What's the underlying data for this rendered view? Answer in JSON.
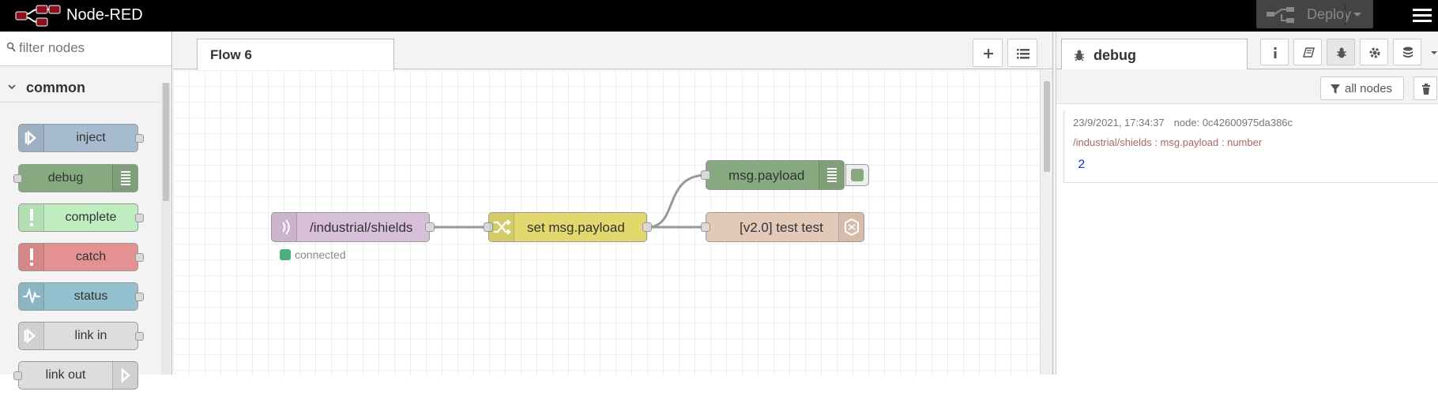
{
  "header": {
    "title": "Node-RED",
    "deploy_label": "Deploy"
  },
  "palette": {
    "filter_placeholder": "filter nodes",
    "category": "common",
    "nodes": [
      {
        "label": "inject",
        "color": "#a6bbcf"
      },
      {
        "label": "debug",
        "color": "#87a980"
      },
      {
        "label": "complete",
        "color": "#c0edc0"
      },
      {
        "label": "catch",
        "color": "#e49191"
      },
      {
        "label": "status",
        "color": "#94c1d0"
      },
      {
        "label": "link in",
        "color": "#dddddd"
      },
      {
        "label": "link out",
        "color": "#dddddd"
      }
    ]
  },
  "workspace": {
    "tab": "Flow 6",
    "nodes": {
      "mqtt_in": {
        "label": "/industrial/shields",
        "status": "connected",
        "color": "#d8bfd8",
        "status_color": "#4caf7d"
      },
      "change": {
        "label": "set msg.payload",
        "color": "#e2d96e"
      },
      "debug": {
        "label": "msg.payload",
        "color": "#87a980"
      },
      "custom": {
        "label": "[v2.0] test test",
        "color": "#e2c9b8"
      }
    }
  },
  "sidebar": {
    "tab": "debug",
    "filter_label": "all nodes",
    "message": {
      "timestamp": "23/9/2021, 17:34:37",
      "node": "node: 0c42600975da386c",
      "topic": "/industrial/shields : msg.payload : number",
      "value": "2"
    }
  },
  "colors": {
    "header_bg": "#000000",
    "logo_red": "#8c101c",
    "debug_value": "#2033d6",
    "topic_text": "#aa6666"
  }
}
